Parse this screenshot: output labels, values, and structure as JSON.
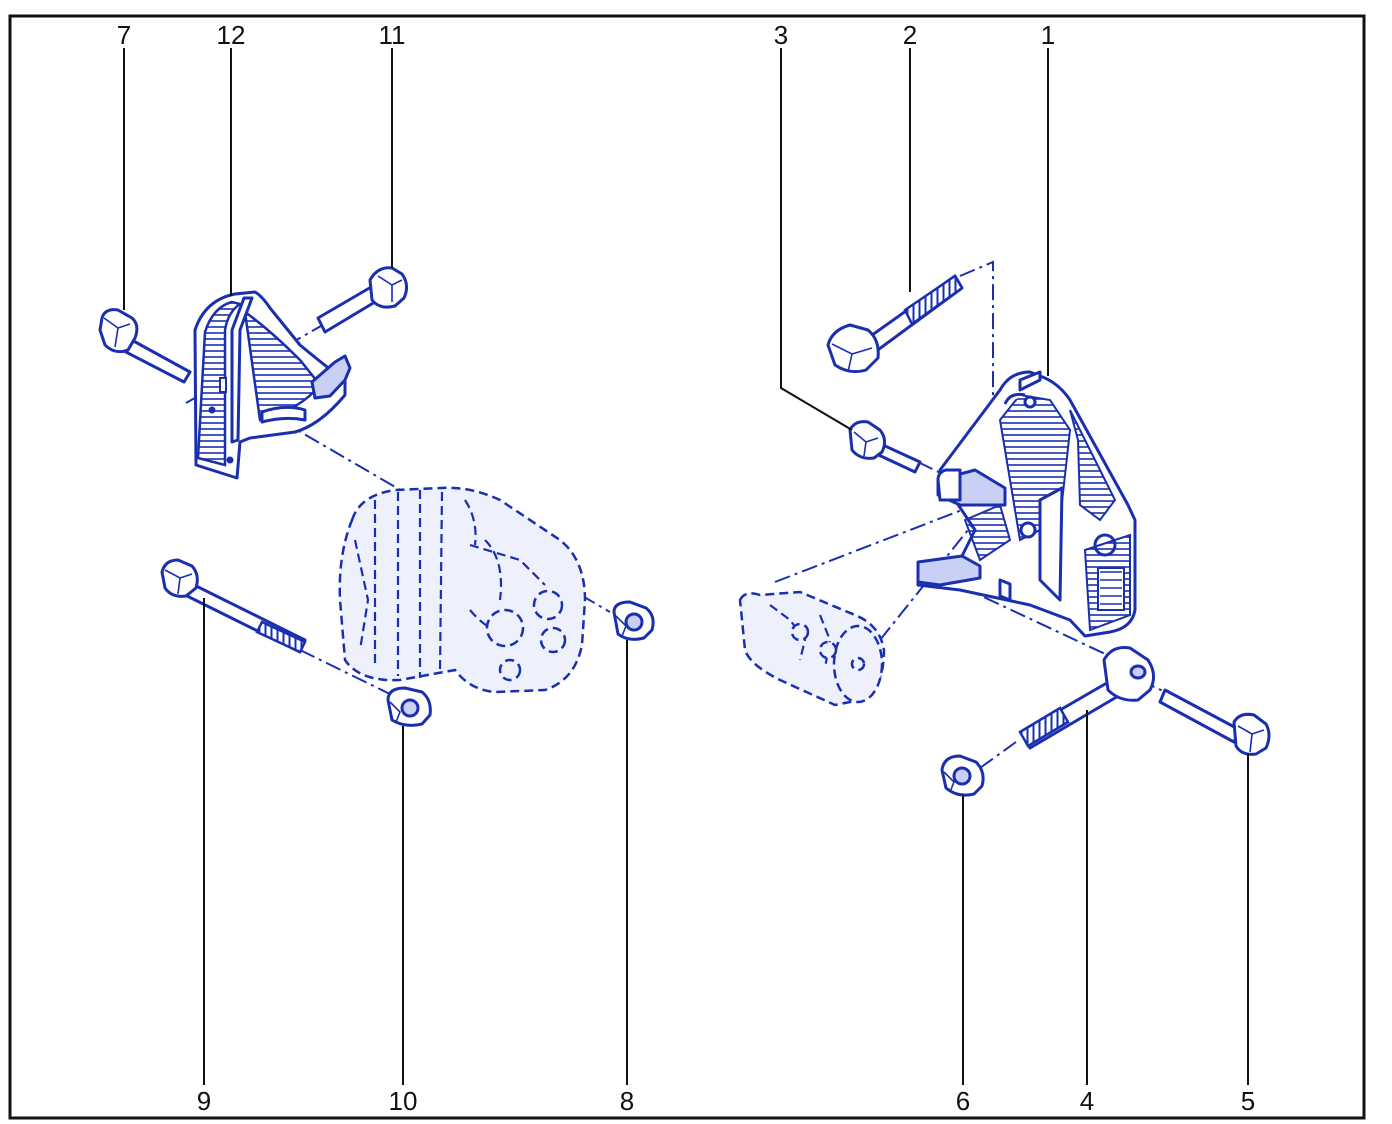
{
  "diagram": {
    "callouts": {
      "c1": "1",
      "c2": "2",
      "c3": "3",
      "c4": "4",
      "c5": "5",
      "c6": "6",
      "c7": "7",
      "c8": "8",
      "c9": "9",
      "c10": "10",
      "c11": "11",
      "c12": "12"
    },
    "colors": {
      "line": "#1a2fb0",
      "shade": "#c9d0f5",
      "text": "#111111",
      "frame": "#111111"
    }
  }
}
